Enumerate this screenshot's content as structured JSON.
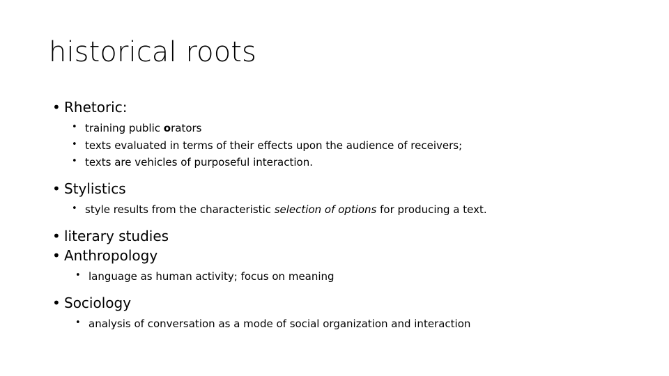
{
  "slide": {
    "title": "historical roots",
    "bullet_glyph_level1": "•",
    "bullet_glyph_level2": "•",
    "text_color": "#000000",
    "background_color": "#ffffff",
    "sections": [
      {
        "heading": "Rhetoric:",
        "sub_items": [
          {
            "prefix": "training public ",
            "emphasis": "o",
            "suffix": "rators"
          },
          {
            "text": "texts evaluated in terms of their effects upon the audience of receivers;"
          },
          {
            "text": "texts are vehicles of purposeful interaction."
          }
        ]
      },
      {
        "heading": "Stylistics",
        "sub_items": [
          {
            "prefix": "style results from the characteristic ",
            "italic": "selection of options",
            "suffix": " for producing a text."
          }
        ]
      },
      {
        "heading": "literary studies",
        "sub_items": []
      },
      {
        "heading": "Anthropology",
        "sub_items": [
          {
            "text": "language as human activity; focus on meaning"
          }
        ]
      },
      {
        "heading": "Sociology",
        "sub_items": [
          {
            "text": "analysis of conversation as a mode of social organization and interaction"
          }
        ]
      }
    ]
  }
}
